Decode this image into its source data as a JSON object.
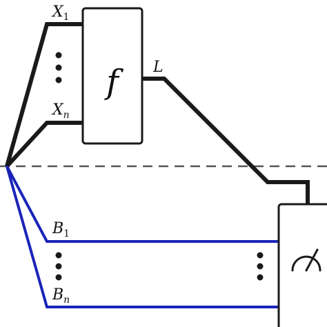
{
  "diagram": {
    "labels": {
      "x_first": "X",
      "x_first_sub": "1",
      "x_last": "X",
      "x_last_sub": "n",
      "function": "f",
      "output": "L",
      "b_first": "B",
      "b_first_sub": "1",
      "b_last": "B",
      "b_last_sub": "n"
    },
    "colors": {
      "upper_wires": "#1a1a1a",
      "lower_wires": "#1a24b8",
      "divider": "#555555",
      "box_fill": "#ffffff",
      "box_stroke": "#1a1a1a"
    },
    "icons": {
      "measurement": "meter-icon",
      "ellipsis": "vertical-dots-icon"
    }
  }
}
